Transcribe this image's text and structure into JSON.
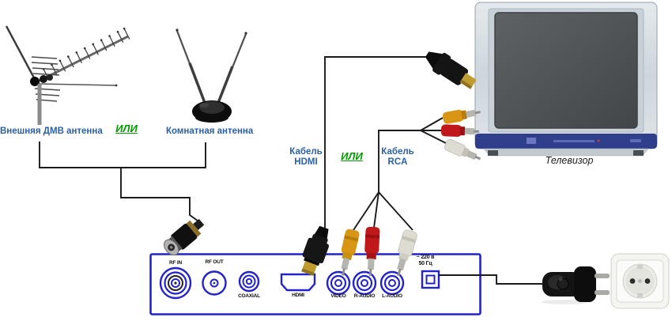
{
  "diagram": {
    "antenna_section": {
      "external_label": "Внешняя ДМВ антенна",
      "or_label": "ИЛИ",
      "indoor_label": "Комнатная антенна"
    },
    "cable_section": {
      "hdmi_label_line1": "Кабель",
      "hdmi_label_line2": "HDMI",
      "or_label": "ИЛИ",
      "rca_label_line1": "Кабель",
      "rca_label_line2": "RCA"
    },
    "tv_label": "Телевизор",
    "receiver_panel": {
      "rf_in": "RF IN",
      "rf_out": "RF OUT",
      "coaxial": "COAXIAL",
      "hdmi": "HDMI",
      "video": "VIDEO",
      "r_audio": "R-AUDIO",
      "l_audio": "L-AUDIO",
      "power_line1": "~ 220 в",
      "power_line2": "50 Гц"
    }
  },
  "colors": {
    "panel_outline_blue": "#2323cc",
    "label_blue": "#2b5fa7",
    "or_green": "#009b00",
    "wire_black": "#1a1a1a",
    "rca_yellow": "#d89614",
    "rca_red": "#c1181c",
    "rca_white": "#dedcd2",
    "hdmi_gold": "#bf9b30",
    "tv_frame_silver": "#d7dee3",
    "tv_screen_gray": "#4b4e51",
    "tv_strip_navy": "#303f8c"
  }
}
